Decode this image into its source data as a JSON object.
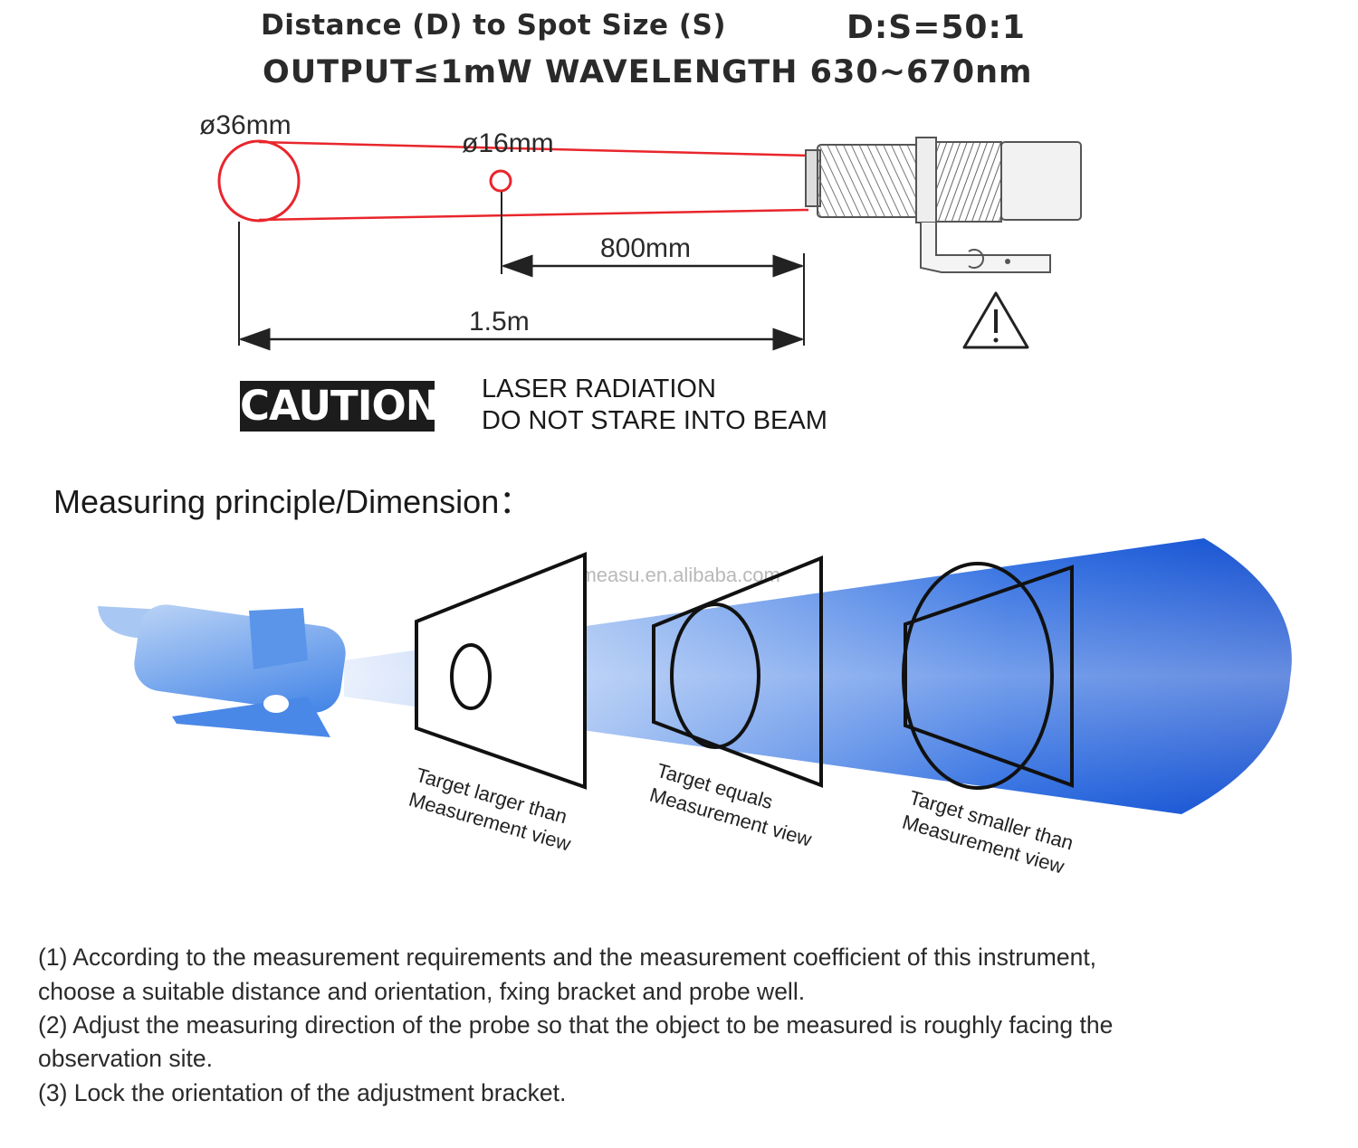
{
  "header": {
    "title_line1": "Distance (D) to Spot Size (S)",
    "ratio": "D:S=50:1",
    "title_line2": "OUTPUT≤1mW  WAVELENGTH 630~670nm"
  },
  "optics_diagram": {
    "spot_far_label": "ø36mm",
    "spot_near_label": "ø16mm",
    "near_distance_label": "800mm",
    "far_distance_label": "1.5m"
  },
  "warning": {
    "badge": "CAUTION",
    "line1": "LASER RADIATION",
    "line2": "DO NOT STARE INTO BEAM"
  },
  "section": {
    "title": "Measuring principle/Dimension："
  },
  "principle_diagram": {
    "watermark": "kaemeasu.en.alibaba.com",
    "case1_line1": "Target larger than",
    "case1_line2": "Measurement view",
    "case2_line1": "Target equals",
    "case2_line2": "Measurement view",
    "case3_line1": "Target smaller than",
    "case3_line2": "Measurement view"
  },
  "colors": {
    "beam_red": "#e8262c",
    "beam_blue": "#1e5fd6",
    "text_dark": "#222222"
  },
  "notes": [
    "(1) According to the measurement requirements and the measurement coefficient of this instrument,",
    "choose a suitable distance and orientation, fxing bracket and probe well.",
    "(2) Adjust the measuring direction of the probe so that the object to be measured is roughly facing the",
    "observation site.",
    "(3) Lock the orientation of the adjustment bracket."
  ]
}
